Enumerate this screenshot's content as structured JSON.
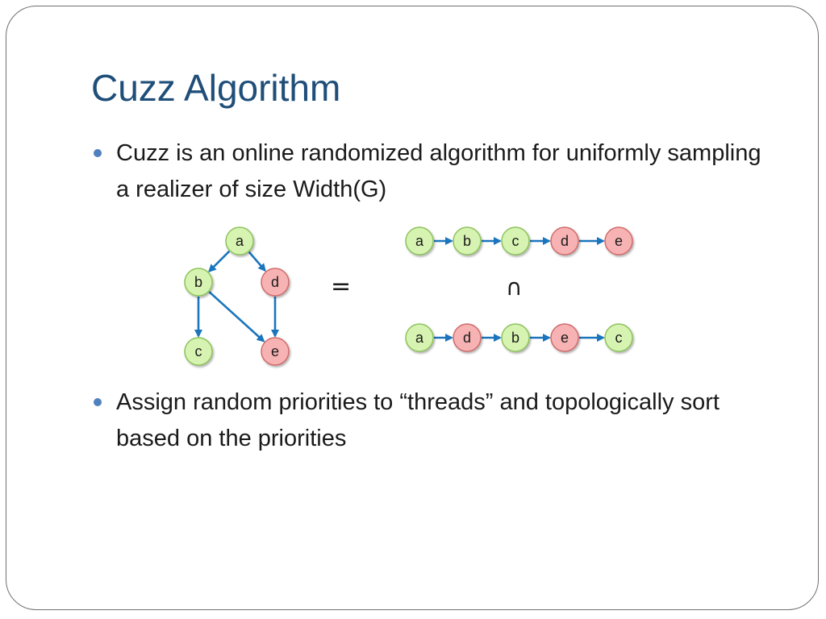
{
  "slide": {
    "title": "Cuzz Algorithm",
    "bullets": [
      "Cuzz is an online randomized algorithm for uniformly sampling a realizer of size Width(G)",
      "Assign random priorities to “threads” and topologically sort based on the priorities"
    ],
    "equals_symbol": "=",
    "intersection_symbol": "∩"
  },
  "colors": {
    "title": "#1f4e79",
    "bullet_dot": "#4f81bd",
    "arrow": "#1b75bc",
    "green_node_fill": "#d7f3b2",
    "green_node_stroke": "#8cc35a",
    "red_node_fill": "#f7b3b3",
    "red_node_stroke": "#d06b6b"
  },
  "graph": {
    "nodes": [
      {
        "id": "a",
        "label": "a",
        "color": "green"
      },
      {
        "id": "b",
        "label": "b",
        "color": "green"
      },
      {
        "id": "c",
        "label": "c",
        "color": "green"
      },
      {
        "id": "d",
        "label": "d",
        "color": "red"
      },
      {
        "id": "e",
        "label": "e",
        "color": "red"
      }
    ],
    "edges": [
      [
        "a",
        "b"
      ],
      [
        "a",
        "d"
      ],
      [
        "b",
        "c"
      ],
      [
        "b",
        "e"
      ],
      [
        "d",
        "e"
      ]
    ]
  },
  "chain1": [
    {
      "label": "a",
      "color": "green"
    },
    {
      "label": "b",
      "color": "green"
    },
    {
      "label": "c",
      "color": "green"
    },
    {
      "label": "d",
      "color": "red"
    },
    {
      "label": "e",
      "color": "red"
    }
  ],
  "chain2": [
    {
      "label": "a",
      "color": "green"
    },
    {
      "label": "d",
      "color": "red"
    },
    {
      "label": "b",
      "color": "green"
    },
    {
      "label": "e",
      "color": "red"
    },
    {
      "label": "c",
      "color": "green"
    }
  ]
}
